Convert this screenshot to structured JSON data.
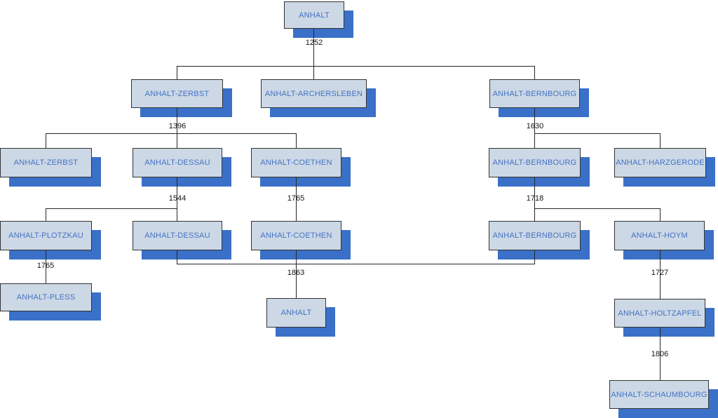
{
  "diagram": {
    "type": "family-tree",
    "subject": "House of Anhalt succession"
  },
  "colors": {
    "background": "#ffffff",
    "node_fill": "#ccd8e5",
    "node_border": "#333333",
    "node_text": "#4472c4",
    "node_shadow": "#3a70c8",
    "connector_line": "#262626",
    "year_text": "#141414"
  },
  "nodes": {
    "root": {
      "label": "ANHALT"
    },
    "zerbst1": {
      "label": "ANHALT-ZERBST"
    },
    "archersleben": {
      "label": "ANHALT-ARCHERSLEBEN"
    },
    "bernbourg1": {
      "label": "ANHALT-BERNBOURG"
    },
    "zerbst2": {
      "label": "ANHALT-ZERBST"
    },
    "dessau1": {
      "label": "ANHALT-DESSAU"
    },
    "coethen1": {
      "label": "ANHALT-COETHEN"
    },
    "bernbourg2": {
      "label": "ANHALT-BERNBOURG"
    },
    "harzgerode": {
      "label": "ANHALT-HARZGERODE"
    },
    "plotzkau": {
      "label": "ANHALT-PLOTZKAU"
    },
    "dessau2": {
      "label": "ANHALT-DESSAU"
    },
    "coethen2": {
      "label": "ANHALT-COETHEN"
    },
    "bernbourg3": {
      "label": "ANHALT-BERNBOURG"
    },
    "hoym": {
      "label": "ANHALT-HOYM"
    },
    "pless": {
      "label": "ANHALT-PLESS"
    },
    "anhalt_final": {
      "label": "ANHALT"
    },
    "holtzapfel": {
      "label": "ANHALT-HOLTZAPFEL"
    },
    "schaumbourg": {
      "label": "ANHALT-SCHAUMBOURG"
    }
  },
  "edges": {
    "root_split": {
      "year": "1252",
      "from": "root",
      "to": [
        "zerbst1",
        "archersleben",
        "bernbourg1"
      ]
    },
    "zerbst_split": {
      "year": "1396",
      "from": "zerbst1",
      "to": [
        "zerbst2",
        "dessau1",
        "coethen1"
      ]
    },
    "bernbourg_split": {
      "year": "1630",
      "from": "bernbourg1",
      "to": [
        "bernbourg2",
        "harzgerode"
      ]
    },
    "dessau_split": {
      "year": "1544",
      "from": "dessau1",
      "to": [
        "plotzkau",
        "dessau2"
      ]
    },
    "coethen_succession": {
      "year": "1765",
      "from": "coethen1",
      "to": [
        "coethen2"
      ]
    },
    "bernbourg2_split": {
      "year": "1718",
      "from": "bernbourg2",
      "to": [
        "bernbourg3",
        "hoym"
      ]
    },
    "plotzkau_succession": {
      "year": "1765",
      "from": "plotzkau",
      "to": [
        "pless"
      ]
    },
    "unification": {
      "year": "1863",
      "from": "dessau2 + coethen2 + bernbourg3",
      "to": [
        "anhalt_final"
      ]
    },
    "hoym_succession": {
      "year": "1727",
      "from": "hoym",
      "to": [
        "holtzapfel"
      ]
    },
    "holtzapfel_succession": {
      "year": "1806",
      "from": "holtzapfel",
      "to": [
        "schaumbourg"
      ]
    }
  }
}
